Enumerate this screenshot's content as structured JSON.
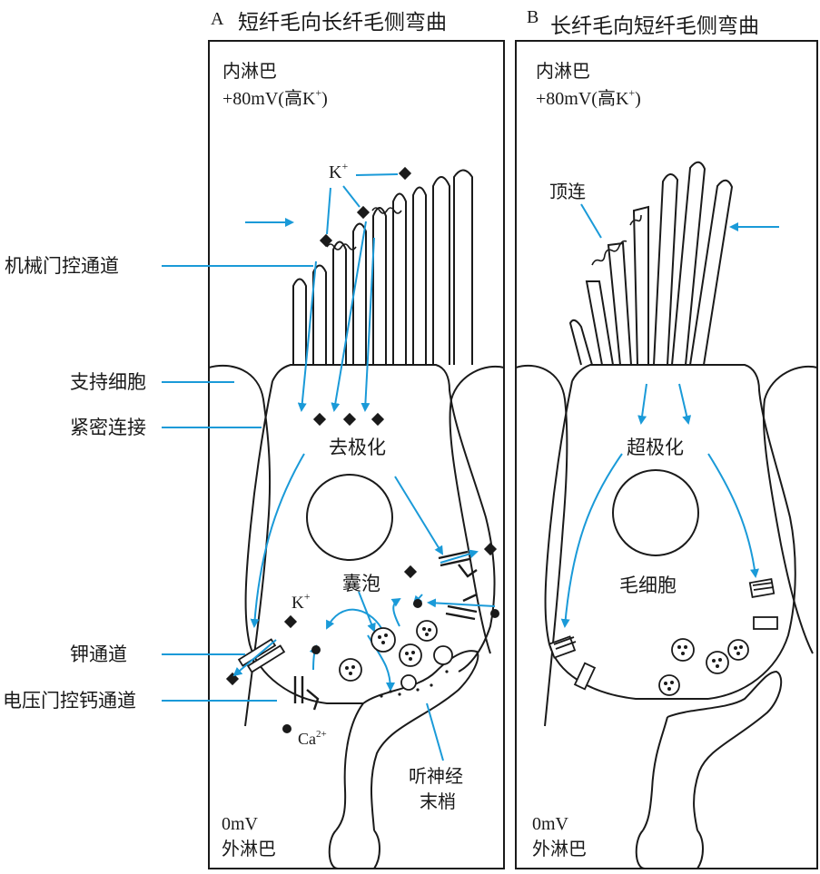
{
  "panel_a": {
    "letter": "A",
    "title": "短纤毛向长纤毛侧弯曲",
    "endolymph": "内淋巴",
    "endolymph_potential": "+80mV(高K",
    "k_ion": "K",
    "k_sup": "+",
    "depolarization": "去极化",
    "vesicles": "囊泡",
    "k_ion_2": "K",
    "ca_ion": "Ca",
    "ca_sup": "2+",
    "nerve_line1": "听神经",
    "nerve_line2": "末梢",
    "perilymph_potential": "0mV",
    "perilymph": "外淋巴"
  },
  "panel_b": {
    "letter": "B",
    "title": "长纤毛向短纤毛侧弯曲",
    "endolymph": "内淋巴",
    "endolymph_potential": "+80mV(高K",
    "tip_link": "顶连",
    "hyperpolarization": "超极化",
    "hair_cell": "毛细胞",
    "perilymph_potential": "0mV",
    "perilymph": "外淋巴"
  },
  "left_labels": {
    "mechanical_channel": "机械门控通道",
    "supporting_cell": "支持细胞",
    "tight_junction": "紧密连接",
    "potassium_channel": "钾通道",
    "voltage_calcium_channel": "电压门控钙通道"
  },
  "colors": {
    "arrow": "#1a9ad8",
    "stroke": "#1a1a1a",
    "background": "#ffffff"
  }
}
